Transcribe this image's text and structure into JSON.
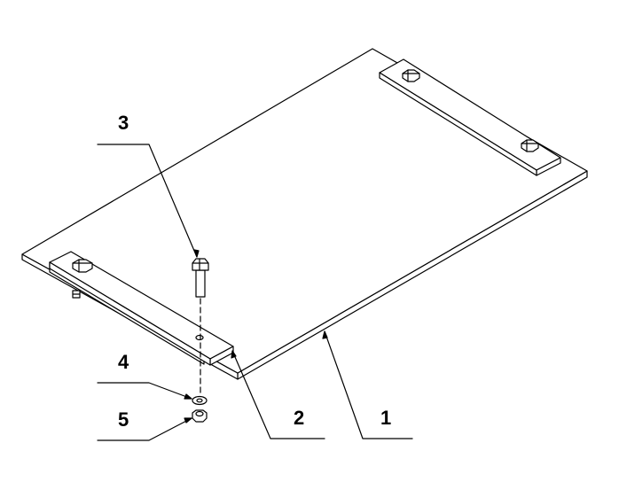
{
  "drawing": {
    "line_color": "#000000",
    "fill_color": "#ffffff",
    "callouts": [
      {
        "label": "1",
        "part": "board"
      },
      {
        "label": "2",
        "part": "mounting-strip"
      },
      {
        "label": "3",
        "part": "bolt"
      },
      {
        "label": "4",
        "part": "washer"
      },
      {
        "label": "5",
        "part": "nut"
      }
    ]
  }
}
